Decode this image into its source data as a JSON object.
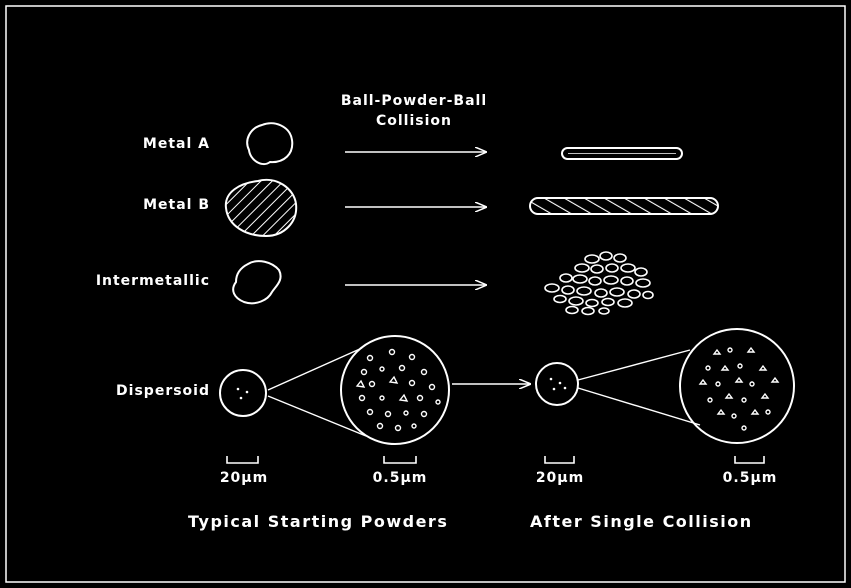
{
  "header": {
    "line1": "Ball-Powder-Ball",
    "line2": "Collision"
  },
  "rows": [
    {
      "label": "Metal A"
    },
    {
      "label": "Metal B"
    },
    {
      "label": "Intermetallic"
    },
    {
      "label": "Dispersoid"
    }
  ],
  "scales": {
    "start_coarse": "20μm",
    "start_fine": "0.5μm",
    "after_coarse": "20μm",
    "after_fine": "0.5μm"
  },
  "captions": {
    "left": "Typical Starting Powders",
    "right": "After Single Collision"
  }
}
